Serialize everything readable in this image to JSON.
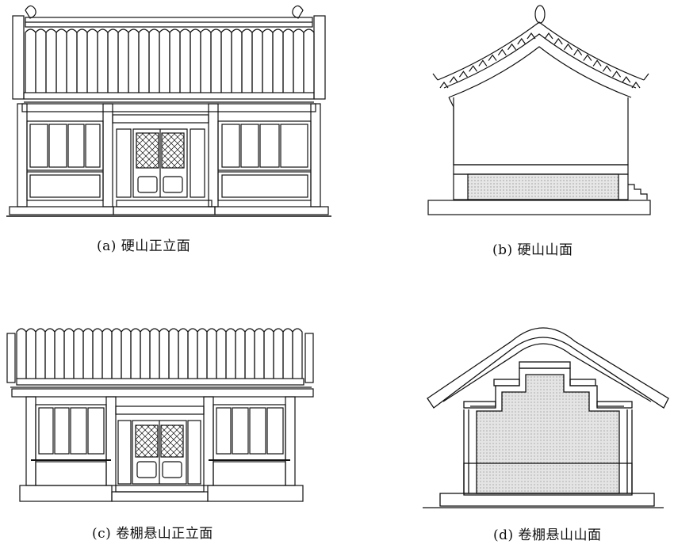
{
  "captions": {
    "a": "(a) 硬山正立面",
    "b": "(b) 硬山山面",
    "c": "(c) 卷棚悬山正立面",
    "d": "(d) 卷棚悬山山面"
  },
  "colors": {
    "line": "#111111",
    "hatch_fill": "#d9d9d9"
  }
}
